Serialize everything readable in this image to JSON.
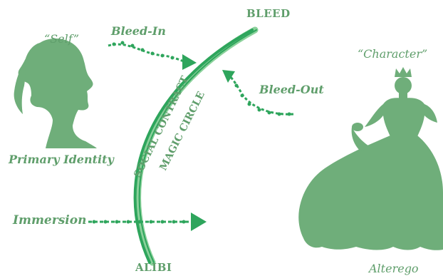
{
  "colors": {
    "silhouette": "#6fae7a",
    "text": "#5f9e6b",
    "arrow": "#2ea55c",
    "arc_dark": "#2ea55c",
    "arc_light": "#8bd19b"
  },
  "labels": {
    "self": "“Self”",
    "primary_identity": "Primary Identity",
    "character": "“Character”",
    "alterego": "Alterego",
    "bleed": "BLEED",
    "alibi": "ALIBI",
    "bleed_in": "Bleed-In",
    "bleed_out": "Bleed-Out",
    "immersion": "Immersion",
    "social_contract": "SOCIAL CONTRACT",
    "magic_circle": "MAGIC CIRCLE"
  },
  "icons": {
    "self_silhouette": "woman-head-profile-silhouette",
    "character_silhouette": "princess-gown-silhouette"
  }
}
